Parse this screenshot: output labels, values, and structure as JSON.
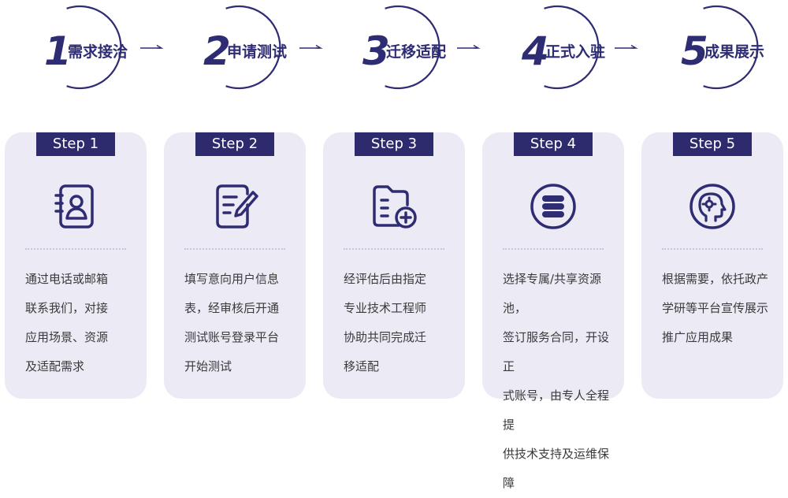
{
  "colors": {
    "accent": "#2e2c72",
    "card_bg": "#ecebf5",
    "tag_bg": "#2d2a6e",
    "text": "#3a3a3a"
  },
  "steps": [
    {
      "number": "1",
      "title": "需求接洽",
      "tag": "Step 1",
      "icon": "contact-card-icon",
      "description": "通过电话或邮箱\n联系我们，对接\n应用场景、资源\n及适配需求"
    },
    {
      "number": "2",
      "title": "申请测试",
      "tag": "Step 2",
      "icon": "form-edit-icon",
      "description": "填写意向用户信息\n表，经审核后开通\n测试账号登录平台\n开始测试"
    },
    {
      "number": "3",
      "title": "迁移适配",
      "tag": "Step 3",
      "icon": "folder-add-icon",
      "description": "经评估后由指定\n专业技术工程师\n协助共同完成迁\n移适配"
    },
    {
      "number": "4",
      "title": "正式入驻",
      "tag": "Step 4",
      "icon": "database-icon",
      "description": "选择专属/共享资源池，\n签订服务合同，开设正\n式账号，由专人全程提\n供技术支持及运维保障"
    },
    {
      "number": "5",
      "title": "成果展示",
      "tag": "Step 5",
      "icon": "ai-head-icon",
      "description": "根据需要，依托政产\n学研等平台宣传展示\n推广应用成果"
    }
  ]
}
